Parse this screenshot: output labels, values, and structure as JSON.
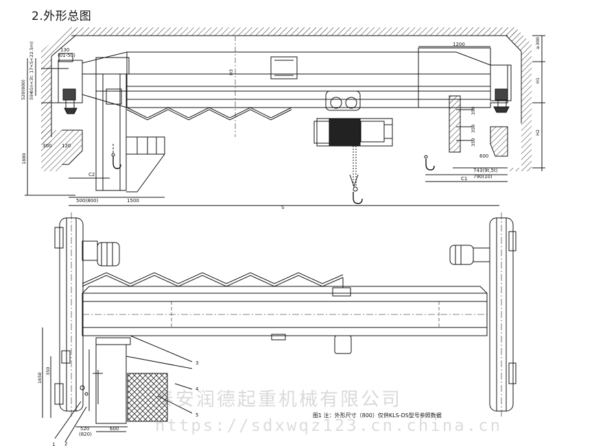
{
  "heading": "2.外形总图",
  "caption": "图1   注：外形尺寸（800）仅供KLS-DS型号参照数据",
  "watermark": {
    "company": "泰安润德起重机械有限公司",
    "url": "https://sdxwqz123.cn.china.cn"
  },
  "dims_top": {
    "d130": "130",
    "d01_50": "(01-50)",
    "d520": "520(800)",
    "d594": "594",
    "dh3_note": "(Gn<3t: 17<S<22.5m)",
    "d1880": "1880",
    "d300": "300",
    "d120": "120",
    "c2": "C2",
    "h3": "H3",
    "d1200": "1200",
    "d300r": "≥300",
    "h1": "H1",
    "h2": "H2",
    "d350a": "350",
    "d350b": "350",
    "d350c": "350",
    "d600": "600",
    "d743": "743(9t,5t)",
    "d790": "790(10)",
    "c1": "C1",
    "d500": "500(800)",
    "d1500": "1500",
    "s": "S"
  },
  "dims_bottom": {
    "d1650": "1650",
    "d350": "350",
    "d520": "520",
    "d820": "(820)",
    "d600": "600"
  },
  "callouts": [
    "1",
    "2",
    "3",
    "4",
    "5"
  ]
}
